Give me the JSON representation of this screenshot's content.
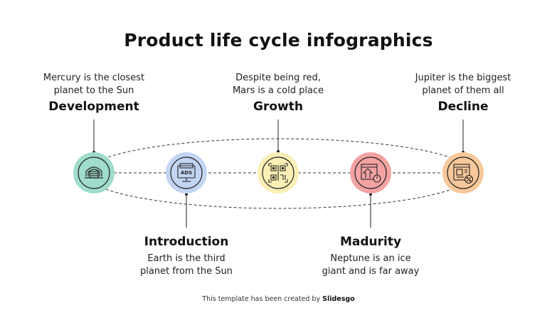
{
  "title": "Product life cycle infographics",
  "stages": [
    {
      "name": "Development",
      "description_line1": "Mercury is the closest",
      "description_line2": "planet to the Sun",
      "icon": "garage-icon",
      "color": "#9fdccb",
      "position": "top"
    },
    {
      "name": "Introduction",
      "description_line1": "Earth is the third",
      "description_line2": "planet from the Sun",
      "icon": "ads-monitor-icon",
      "color": "#c3d5f4",
      "position": "bottom"
    },
    {
      "name": "Growth",
      "description_line1": "Despite being red,",
      "description_line2": "Mars is a cold place",
      "icon": "qr-code-icon",
      "color": "#fbefb6",
      "position": "top"
    },
    {
      "name": "Madurity",
      "description_line1": "Neptune is an ice",
      "description_line2": "giant and is far away",
      "icon": "upload-timer-icon",
      "color": "#f4a3a3",
      "position": "bottom"
    },
    {
      "name": "Decline",
      "description_line1": "Jupiter is the biggest",
      "description_line2": "planet of them all",
      "icon": "product-discount-icon",
      "color": "#f7c899",
      "position": "top"
    }
  ],
  "footer": {
    "prefix": "This template has been created by",
    "brand": "Slidesgo"
  }
}
